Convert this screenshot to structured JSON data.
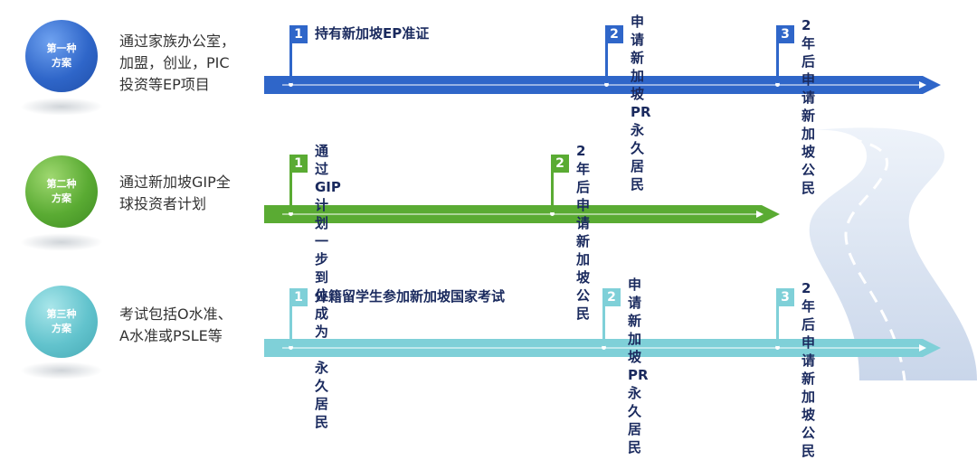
{
  "colors": {
    "plan1": "#2f66c9",
    "plan2": "#5aab33",
    "plan3": "#7fd0d8",
    "label": "#1a2a5e"
  },
  "plans": [
    {
      "badge": "第一种\n方案",
      "description": "通过家族办公室，\n加盟，创业，PIC\n投资等EP项目",
      "steps": [
        {
          "num": "1",
          "text": "持有新加坡EP准证"
        },
        {
          "num": "2",
          "text": "申请新加坡\nPR永久居民"
        },
        {
          "num": "3",
          "text": "2年后\n申请新加坡公民"
        }
      ]
    },
    {
      "badge": "第二种\n方案",
      "description": "通过新加坡GIP全\n球投资者计划",
      "steps": [
        {
          "num": "1",
          "text": "通过GIP计划\n一步到位成为PR永久居民"
        },
        {
          "num": "2",
          "text": "2年后\n申请新加坡公民"
        }
      ]
    },
    {
      "badge": "第三种\n方案",
      "description": "考试包括O水准、\nA水准或PSLE等",
      "steps": [
        {
          "num": "1",
          "text": "外籍留学生参加新加坡国家考试"
        },
        {
          "num": "2",
          "text": "申请新加坡\nPR永久居民"
        },
        {
          "num": "3",
          "text": "2年后\n申请新加坡公民"
        }
      ]
    }
  ]
}
